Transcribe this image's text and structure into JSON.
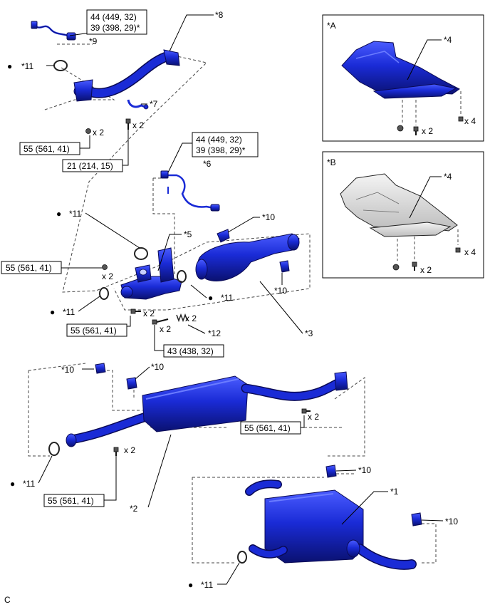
{
  "callouts": {
    "p1": "*1",
    "p2": "*2",
    "p3": "*3",
    "p4a": "*4",
    "p4b": "*4",
    "p5": "*5",
    "p6": "*6",
    "p7": "*7",
    "p8": "*8",
    "p9": "*9",
    "p10": "*10",
    "p11": "*11",
    "p12": "*12"
  },
  "torque": {
    "t44": "44 (449, 32)",
    "t39": "39 (398, 29)*",
    "t55": "55 (561, 41)",
    "t21": "21 (214, 15)",
    "t43": "43 (438, 32)"
  },
  "qty": {
    "x2": "x 2",
    "x4": "x 4"
  },
  "insets": {
    "a": "*A",
    "b": "*B"
  },
  "bullet": "●",
  "corner_code": "C",
  "colors": {
    "part_blue": "#1a2bd6",
    "part_dark": "#0a0a55",
    "line": "#000000"
  }
}
